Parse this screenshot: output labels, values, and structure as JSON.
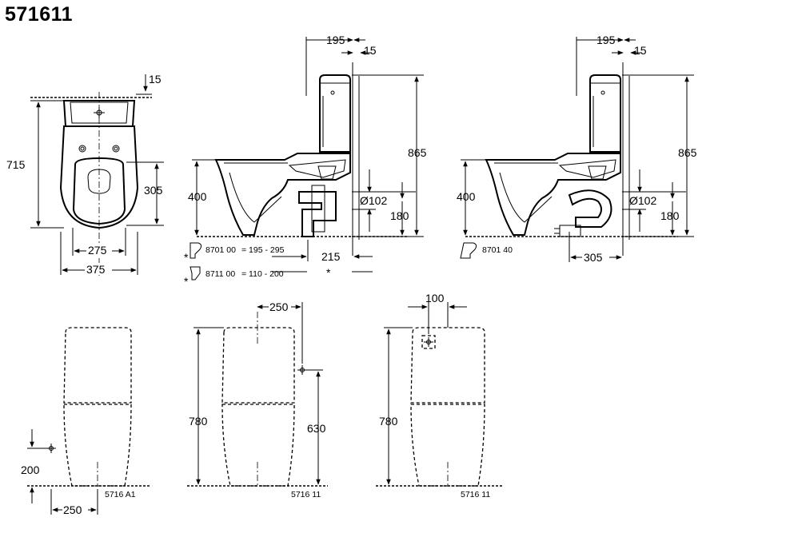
{
  "product_number": "571611",
  "top_view": {
    "dims": {
      "wall_offset": "15",
      "height": "715",
      "seat_depth": "305",
      "inner_width": "275",
      "outer_width": "375"
    }
  },
  "side_view_1": {
    "dims": {
      "wall_width": "195",
      "wall_gap": "15",
      "total_height": "865",
      "rim_height": "400",
      "outlet_diameter": "Ø102",
      "outlet_height": "180",
      "outlet_distance": "215",
      "asterisk": "*"
    },
    "accessories": [
      {
        "code": "8701 00",
        "range": "= 195 - 295",
        "mark": "*"
      },
      {
        "code": "8711 00",
        "range": "= 110 - 200",
        "mark": "*"
      }
    ]
  },
  "side_view_2": {
    "dims": {
      "wall_width": "195",
      "wall_gap": "15",
      "total_height": "865",
      "rim_height": "400",
      "outlet_diameter": "Ø102",
      "outlet_height": "180",
      "outlet_distance": "305"
    },
    "accessory_code": "8701 40"
  },
  "front_views": [
    {
      "dims": {
        "supply_height": "200",
        "supply_offset": "250"
      },
      "code": "5716 A1"
    },
    {
      "dims": {
        "supply_offset": "250",
        "height": "780",
        "supply_height": "630"
      },
      "code": "5716 11"
    },
    {
      "dims": {
        "supply_offset": "100",
        "height": "780"
      },
      "code": "5716 11"
    }
  ]
}
